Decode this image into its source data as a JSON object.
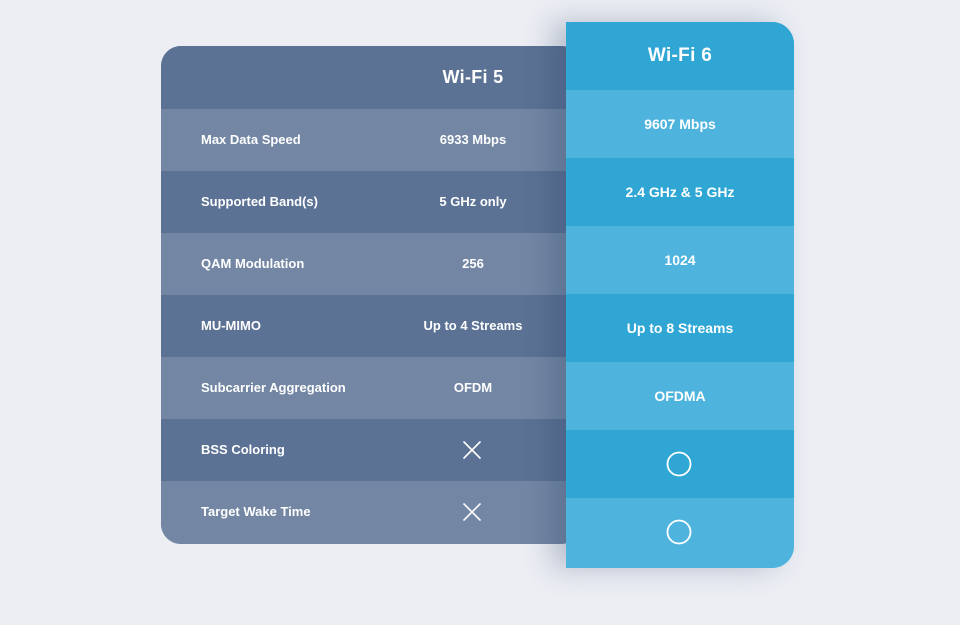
{
  "wifi5": {
    "title": "Wi-Fi 5"
  },
  "wifi6": {
    "title": "Wi-Fi 6"
  },
  "rows": [
    {
      "feature": "Max Data Speed",
      "wifi5": "6933 Mbps",
      "wifi6": "9607 Mbps"
    },
    {
      "feature": "Supported Band(s)",
      "wifi5": "5 GHz only",
      "wifi6": "2.4 GHz & 5 GHz"
    },
    {
      "feature": "QAM Modulation",
      "wifi5": "256",
      "wifi6": "1024"
    },
    {
      "feature": "MU-MIMO",
      "wifi5": "Up to 4 Streams",
      "wifi6": "Up to 8 Streams"
    },
    {
      "feature": "Subcarrier Aggregation",
      "wifi5": "OFDM",
      "wifi6": "OFDMA"
    },
    {
      "feature": "BSS Coloring",
      "wifi5_icon": "cross-icon",
      "wifi6_icon": "circle-icon"
    },
    {
      "feature": "Target Wake Time",
      "wifi5_icon": "cross-icon",
      "wifi6_icon": "circle-icon"
    }
  ],
  "colors": {
    "background": "#eceef4",
    "wifi5_dark": "#5b7294",
    "wifi5_light": "#7387a4",
    "wifi6_dark": "#2fa6d4",
    "wifi6_light": "#4eb4de",
    "text": "#ffffff"
  }
}
